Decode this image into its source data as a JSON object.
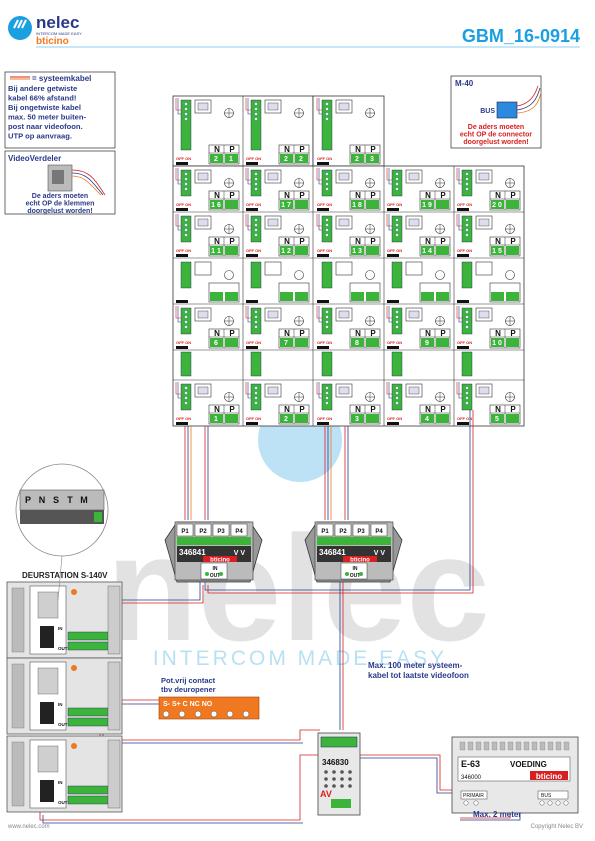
{
  "header": {
    "brand_name": "nelec",
    "brand_tagline": "INTERCOM MADE EASY",
    "brand_sub": "bticino",
    "code": "GBM_16-0914"
  },
  "legend": {
    "cable_label": "= systeemkabel",
    "notes": [
      "Bij andere getwiste",
      "kabel 66% afstand!",
      "Bij ongetwiste kabel",
      "max. 50 meter buiten-",
      "post naar videofoon.",
      "UTP op aanvraag."
    ]
  },
  "videoverdeler": {
    "title": "VideoVerdeler",
    "warning": [
      "De aders moeten",
      "echt OP de klemmen",
      "doorgelust worden!"
    ]
  },
  "m40": {
    "title": "M-40",
    "bus_label": "BUS",
    "warning": [
      "De aders moeten",
      "echt OP de connector",
      "doorgelust worden!"
    ]
  },
  "monitor": {
    "switch_label": "OFF ON",
    "n_label": "N",
    "p_label": "P"
  },
  "monitors": {
    "row1": [
      "2",
      "2",
      "2"
    ],
    "row2": [
      "1 6",
      "1 7",
      "1 8",
      "1 9",
      "2 0"
    ],
    "row3": [
      "1 1",
      "1 2",
      "1 3",
      "1 4",
      "1 5"
    ],
    "row4": [
      "6",
      "7",
      "8",
      "9",
      "1 0"
    ],
    "row5": [
      "1",
      "2",
      "3",
      "4",
      "5"
    ]
  },
  "top_suffix": [
    "1",
    "2",
    "3"
  ],
  "distributor": {
    "model": "346841",
    "brand": "bticino",
    "vv": "V V",
    "ports": [
      "P1",
      "P2",
      "P3",
      "P4"
    ],
    "in_label": "IN",
    "out_label": "OUT"
  },
  "deurstation": {
    "title": "DEURSTATION S-140V",
    "connector_labels": [
      "P",
      "N",
      "S",
      "T",
      "M"
    ],
    "in_label": "IN",
    "out_label": "OUT"
  },
  "contact": {
    "title": [
      "Pot.vrij contact",
      "tbv deuropener"
    ],
    "terminals": "S-  S+ C  NC NO"
  },
  "annotation_cable": [
    "Max. 100 meter systeem-",
    "kabel tot laatste videofoon"
  ],
  "module_346830": {
    "model": "346830",
    "av_label": "AV"
  },
  "power_supply": {
    "name": "E-63",
    "label": "VOEDING",
    "model": "346000",
    "brand": "bticino",
    "primary": "PRIMAIR",
    "bus": "BUS",
    "max_label": "Max. 2 meter"
  },
  "watermark": {
    "main": "nelec",
    "sub": "INTERCOM MADE EASY"
  },
  "footer": {
    "left": "www.nelec.com",
    "right": "Copyright Nelec BV"
  },
  "colors": {
    "accent": "#1aa0e0",
    "navy": "#2a3a8a",
    "red": "#d82020",
    "green": "#3cb43c",
    "orange": "#f07820"
  }
}
